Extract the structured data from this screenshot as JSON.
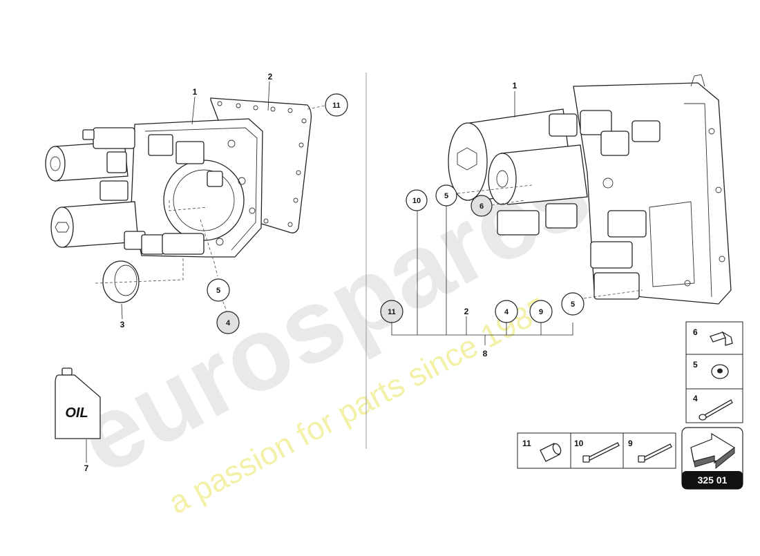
{
  "watermark": {
    "brand": "eurospares",
    "tagline": "a passion for parts since 1985"
  },
  "left_assembly": {
    "labels": [
      "1",
      "2",
      "3",
      "7"
    ],
    "callouts": [
      "11",
      "5",
      "4"
    ],
    "oil_label": "OIL"
  },
  "right_assembly": {
    "labels": [
      "1",
      "2",
      "8"
    ],
    "callouts_upper": [
      "10",
      "5",
      "6"
    ],
    "callouts_lower": [
      "11",
      "4",
      "9",
      "5"
    ]
  },
  "legend_vertical": [
    {
      "number": "6",
      "icon": "bolt-plug-icon"
    },
    {
      "number": "5",
      "icon": "washer-icon"
    },
    {
      "number": "4",
      "icon": "long-screw-icon"
    }
  ],
  "legend_horizontal": [
    {
      "number": "11",
      "icon": "sleeve-icon"
    },
    {
      "number": "10",
      "icon": "long-bolt-icon"
    },
    {
      "number": "9",
      "icon": "bolt-icon"
    }
  ],
  "reference": {
    "code": "325 01",
    "icon": "arrow-icon"
  },
  "colors": {
    "line": "#222222",
    "shaded_callout": "#e0e0e0",
    "watermark_yellow": "#f3f0a8"
  }
}
